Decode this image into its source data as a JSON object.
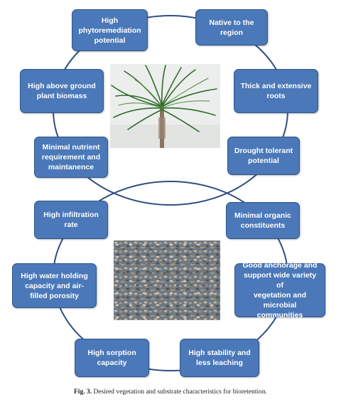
{
  "vegetation": {
    "items": [
      "High\nphytoremediation\npotential",
      "Native to the\nregion",
      "High above ground\nplant biomass",
      "Thick and extensive\nroots",
      "Minimal nutrient\nrequirement and\nmaintanence",
      "Drought tolerant\npotential"
    ]
  },
  "substrate": {
    "items": [
      "High infiltration\nrate",
      "Minimal organic\nconstituents",
      "High water holding\ncapacity and air-\nfilled porosity",
      "Good anchorage and\nsupport wide variety of\nvegetation and\nmicrobial communities",
      "High sorption\ncapacity",
      "High stability and\nless leaching"
    ]
  },
  "colors": {
    "box_fill": "#4a78b8",
    "box_border": "#2f5589",
    "connector": "#2f4e80"
  },
  "caption": {
    "label": "Fig. 3.",
    "text": "Desired vegetation and substrate characteristics for bioretention."
  }
}
